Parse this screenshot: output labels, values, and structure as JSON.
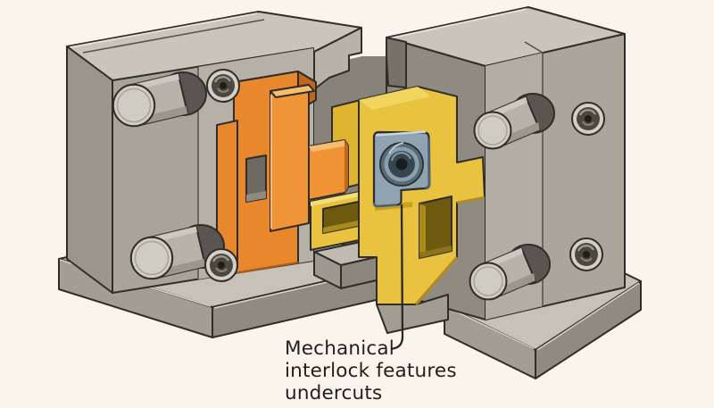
{
  "figure": {
    "subject": "Cutaway illustration of a two-part mold with interlocking core inserts",
    "label": {
      "line1": "Mechanical",
      "line2": "interlock features",
      "line3": "undercuts"
    }
  },
  "colors": {
    "background": "#faf5ec",
    "steel_gray_face": "#aaa69c",
    "steel_gray_top": "#c9c5ba",
    "core_orange": "#e8872b",
    "insert_yellow": "#e9c23f",
    "interlock_blue": "#8fa3b2",
    "outline": "#2f2d29",
    "label_text": "#201f1d"
  }
}
